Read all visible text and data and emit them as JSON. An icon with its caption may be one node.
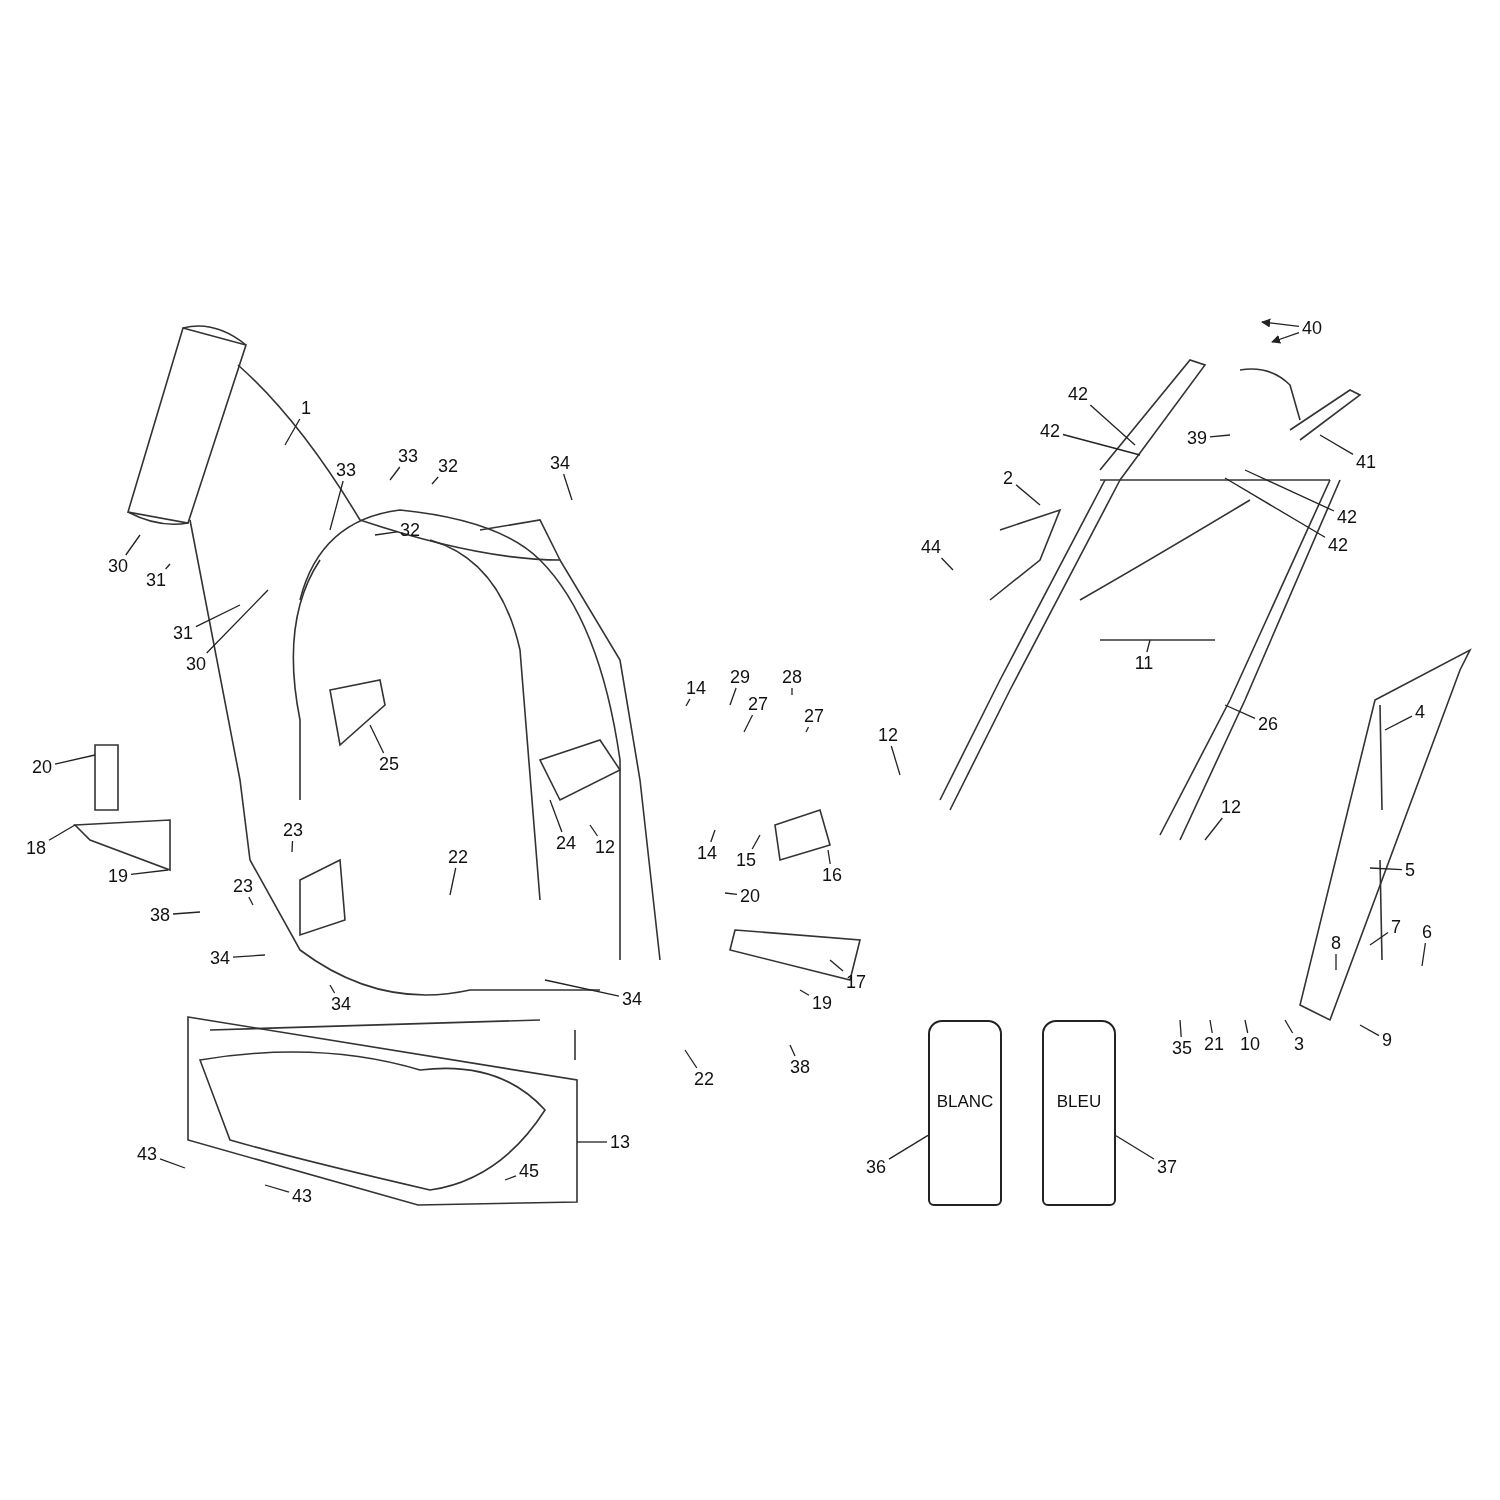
{
  "diagram": {
    "nodes": [
      {
        "text": [
          "1"
        ]
      },
      {
        "text": [
          "33"
        ]
      },
      {
        "text": [
          "33"
        ]
      },
      {
        "text": [
          "32"
        ]
      },
      {
        "text": [
          "32"
        ]
      },
      {
        "text": [
          "34"
        ]
      },
      {
        "text": [
          "30"
        ]
      },
      {
        "text": [
          "31"
        ]
      },
      {
        "text": [
          "31"
        ]
      },
      {
        "text": [
          "30"
        ]
      },
      {
        "text": [
          "20"
        ]
      },
      {
        "text": [
          "25"
        ]
      },
      {
        "text": [
          "18"
        ]
      },
      {
        "text": [
          "19"
        ]
      },
      {
        "text": [
          "23"
        ]
      },
      {
        "text": [
          "23"
        ]
      },
      {
        "text": [
          "38"
        ]
      },
      {
        "text": [
          "34"
        ]
      },
      {
        "text": [
          "34"
        ]
      },
      {
        "text": [
          "22"
        ]
      },
      {
        "text": [
          "24"
        ]
      },
      {
        "text": [
          "12"
        ]
      },
      {
        "text": [
          "34"
        ]
      },
      {
        "text": [
          "22"
        ]
      },
      {
        "text": [
          "14"
        ]
      },
      {
        "text": [
          "29"
        ]
      },
      {
        "text": [
          "27"
        ]
      },
      {
        "text": [
          "28"
        ]
      },
      {
        "text": [
          "27"
        ]
      },
      {
        "text": [
          "14"
        ]
      },
      {
        "text": [
          "15"
        ]
      },
      {
        "text": [
          "16"
        ]
      },
      {
        "text": [
          "20"
        ]
      },
      {
        "text": [
          "17"
        ]
      },
      {
        "text": [
          "19"
        ]
      },
      {
        "text": [
          "38"
        ]
      },
      {
        "text": [
          "13"
        ]
      },
      {
        "text": [
          "43"
        ]
      },
      {
        "text": [
          "43"
        ]
      },
      {
        "text": [
          "45"
        ]
      },
      {
        "text": [
          "40"
        ]
      },
      {
        "text": [
          "42"
        ]
      },
      {
        "text": [
          "42"
        ]
      },
      {
        "text": [
          "39"
        ]
      },
      {
        "text": [
          "41"
        ]
      },
      {
        "text": [
          "2"
        ]
      },
      {
        "text": [
          "42"
        ]
      },
      {
        "text": [
          "42"
        ]
      },
      {
        "text": [
          "44"
        ]
      },
      {
        "text": [
          "11"
        ]
      },
      {
        "text": [
          "12"
        ]
      },
      {
        "text": [
          "26"
        ]
      },
      {
        "text": [
          "4"
        ]
      },
      {
        "text": [
          "12"
        ]
      },
      {
        "text": [
          "5"
        ]
      },
      {
        "text": [
          "7"
        ]
      },
      {
        "text": [
          "6"
        ]
      },
      {
        "text": [
          "8"
        ]
      },
      {
        "text": [
          "35"
        ]
      },
      {
        "text": [
          "21"
        ]
      },
      {
        "text": [
          "10"
        ]
      },
      {
        "text": [
          "3"
        ]
      },
      {
        "text": [
          "9"
        ]
      },
      {
        "text": [
          "36"
        ]
      },
      {
        "text": [
          "37"
        ]
      },
      {
        "text": [
          "BLANC"
        ]
      },
      {
        "text": [
          "BLEU"
        ]
      }
    ],
    "edges": [
      {
        "from": 0,
        "to": null,
        "arrow": "none"
      },
      {
        "from": 1,
        "to": null,
        "arrow": "none"
      },
      {
        "from": 2,
        "to": null,
        "arrow": "none"
      },
      {
        "from": 3,
        "to": null,
        "arrow": "none"
      },
      {
        "from": 4,
        "to": null,
        "arrow": "none"
      },
      {
        "from": 5,
        "to": null,
        "arrow": "none"
      },
      {
        "from": 6,
        "to": null,
        "arrow": "none"
      },
      {
        "from": 7,
        "to": null,
        "arrow": "none"
      },
      {
        "from": 8,
        "to": null,
        "arrow": "none"
      },
      {
        "from": 9,
        "to": null,
        "arrow": "none"
      },
      {
        "from": 10,
        "to": null,
        "arrow": "none"
      },
      {
        "from": 11,
        "to": null,
        "arrow": "none"
      },
      {
        "from": 12,
        "to": null,
        "arrow": "none"
      },
      {
        "from": 13,
        "to": null,
        "arrow": "none"
      },
      {
        "from": 14,
        "to": null,
        "arrow": "none"
      },
      {
        "from": 15,
        "to": null,
        "arrow": "none"
      },
      {
        "from": 16,
        "to": null,
        "arrow": "none"
      },
      {
        "from": 17,
        "to": null,
        "arrow": "none"
      },
      {
        "from": 18,
        "to": null,
        "arrow": "none"
      },
      {
        "from": 19,
        "to": null,
        "arrow": "none"
      },
      {
        "from": 20,
        "to": null,
        "arrow": "none"
      },
      {
        "from": 21,
        "to": null,
        "arrow": "none"
      },
      {
        "from": 22,
        "to": null,
        "arrow": "none"
      },
      {
        "from": 23,
        "to": null,
        "arrow": "none"
      },
      {
        "from": 24,
        "to": null,
        "arrow": "none"
      },
      {
        "from": 25,
        "to": null,
        "arrow": "none"
      },
      {
        "from": 26,
        "to": null,
        "arrow": "none"
      },
      {
        "from": 27,
        "to": null,
        "arrow": "none"
      },
      {
        "from": 28,
        "to": null,
        "arrow": "none"
      },
      {
        "from": 29,
        "to": null,
        "arrow": "none"
      },
      {
        "from": 30,
        "to": null,
        "arrow": "none"
      },
      {
        "from": 31,
        "to": null,
        "arrow": "none"
      },
      {
        "from": 32,
        "to": null,
        "arrow": "none"
      },
      {
        "from": 33,
        "to": null,
        "arrow": "none"
      },
      {
        "from": 34,
        "to": null,
        "arrow": "none"
      },
      {
        "from": 35,
        "to": null,
        "arrow": "none"
      },
      {
        "from": 36,
        "to": null,
        "arrow": "none"
      },
      {
        "from": 37,
        "to": null,
        "arrow": "none"
      },
      {
        "from": 38,
        "to": null,
        "arrow": "none"
      },
      {
        "from": 39,
        "to": null,
        "arrow": "none"
      },
      {
        "from": 40,
        "to": null,
        "arrow": "to"
      },
      {
        "from": 40,
        "to": null,
        "arrow": "to"
      },
      {
        "from": 41,
        "to": null,
        "arrow": "none"
      },
      {
        "from": 42,
        "to": null,
        "arrow": "none"
      },
      {
        "from": 43,
        "to": null,
        "arrow": "none"
      },
      {
        "from": 44,
        "to": null,
        "arrow": "none"
      },
      {
        "from": 45,
        "to": null,
        "arrow": "none"
      },
      {
        "from": 46,
        "to": null,
        "arrow": "none"
      },
      {
        "from": 47,
        "to": null,
        "arrow": "none"
      },
      {
        "from": 48,
        "to": null,
        "arrow": "none"
      },
      {
        "from": 49,
        "to": null,
        "arrow": "none"
      },
      {
        "from": 50,
        "to": null,
        "arrow": "none"
      },
      {
        "from": 51,
        "to": null,
        "arrow": "none"
      },
      {
        "from": 52,
        "to": null,
        "arrow": "none"
      },
      {
        "from": 53,
        "to": null,
        "arrow": "none"
      },
      {
        "from": 54,
        "to": null,
        "arrow": "none"
      },
      {
        "from": 55,
        "to": null,
        "arrow": "none"
      },
      {
        "from": 56,
        "to": null,
        "arrow": "none"
      },
      {
        "from": 57,
        "to": null,
        "arrow": "none"
      },
      {
        "from": 58,
        "to": null,
        "arrow": "none"
      },
      {
        "from": 59,
        "to": null,
        "arrow": "none"
      },
      {
        "from": 60,
        "to": null,
        "arrow": "none"
      },
      {
        "from": 61,
        "to": null,
        "arrow": "none"
      },
      {
        "from": 62,
        "to": null,
        "arrow": "none"
      },
      {
        "from": 63,
        "to": 65,
        "arrow": "none"
      },
      {
        "from": 64,
        "to": 66,
        "arrow": "none"
      }
    ]
  }
}
